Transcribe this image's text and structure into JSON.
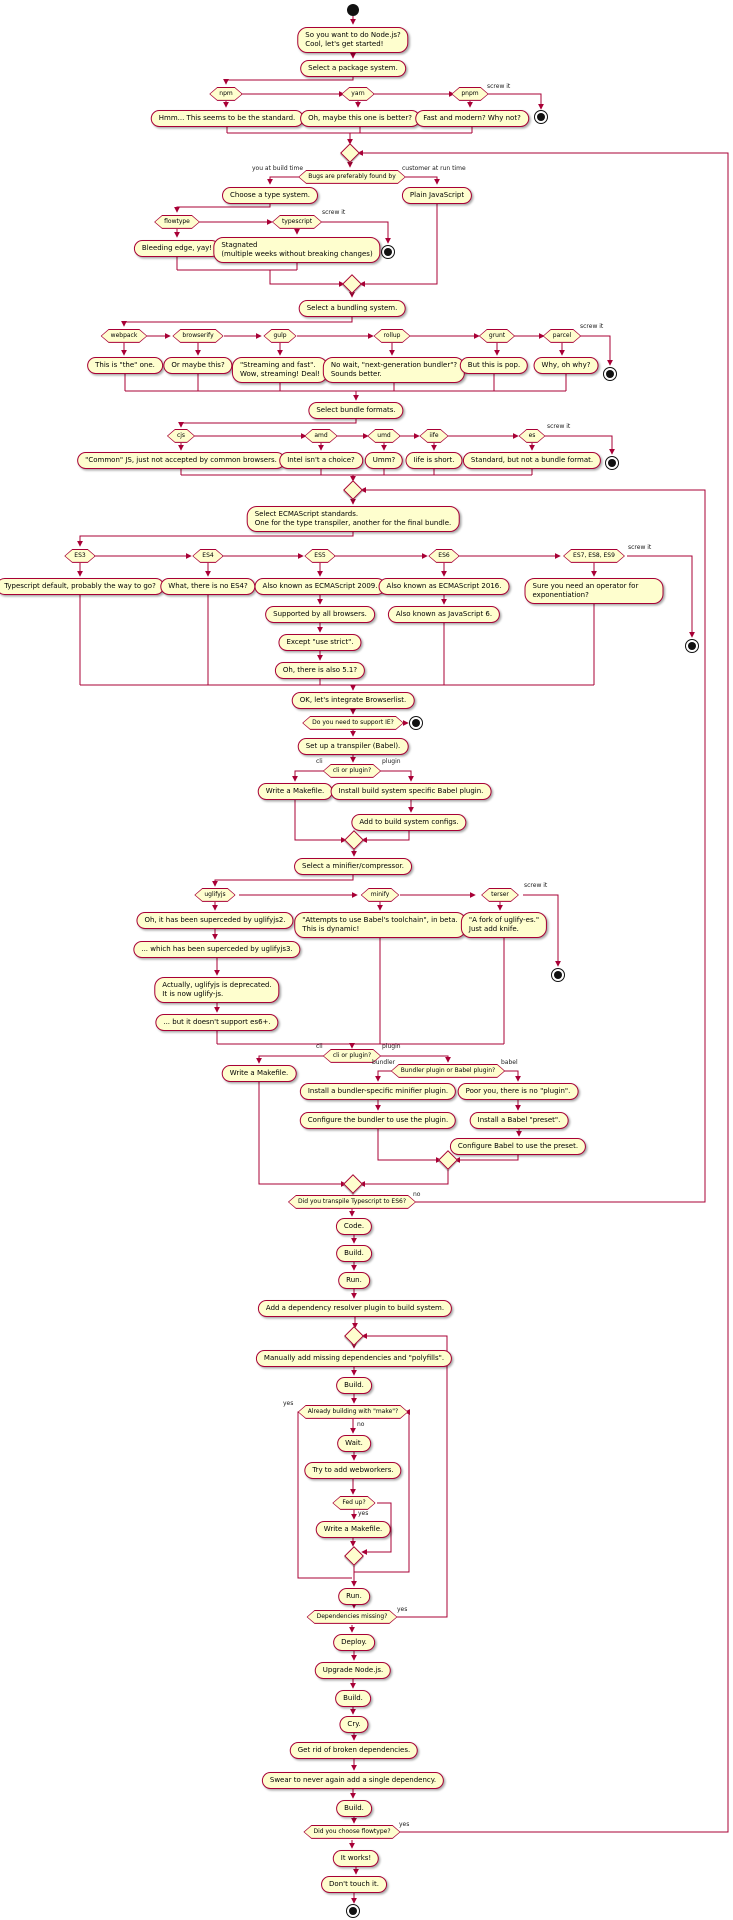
{
  "colors": {
    "node_fill": "#FEFECE",
    "node_border": "#A80036",
    "arrow": "#A80036",
    "text": "#000000"
  },
  "labels": {
    "intro": "So you want to do Node.js?\nCool, let's get started!",
    "select_pkg": "Select a package system.",
    "npm_note": "Hmm... This seems to be the standard.",
    "yarn_note": "Oh, maybe this one is better?",
    "pnpm_note": "Fast and modern? Why not?",
    "choose_type": "Choose a type system.",
    "plain_js": "Plain JavaScript",
    "flow_note": "Bleeding edge, yay!",
    "ts_note": "Stagnated\n(multiple weeks without breaking changes)",
    "select_bundler": "Select a bundling system.",
    "webpack_note": "This is \"the\" one.",
    "browserify_note": "Or maybe this?",
    "gulp_note": "\"Streaming and fast\".\nWow, streaming! Deal!",
    "rollup_note": "No wait, \"next-generation bundler\"?\nSounds better.",
    "grunt_note": "But this is pop.",
    "parcel_note": "Why, oh why?",
    "select_formats": "Select bundle formats.",
    "cjs_note": "\"Common\" JS, just not accepted by common browsers.",
    "amd_note": "Intel isn't a choice?",
    "umd_note": "Umm?",
    "iife_note": "Iife is short.",
    "es_note": "Standard, but not a bundle format.",
    "select_es": "Select ECMAScript standards.\nOne for the type transpiler, another for the final bundle.",
    "es3_note": "Typescript default, probably the way to go?",
    "es4_note": "What, there is no ES4?",
    "es5_note": "Also known as ECMAScript 2009.",
    "es5_note2": "Supported by all browsers.",
    "es5_note3": "Except \"use strict\".",
    "es5_note4": "Oh, there is also 5.1?",
    "es6_note": "Also known as ECMAScript 2016.",
    "es6_note2": "Also known as JavaScript 6.",
    "es789_note": "Sure you need an operator for exponentiation?",
    "browserlist": "OK, let's integrate Browserlist.",
    "babel_setup": "Set up a transpiler (Babel).",
    "write_makefile": "Write a Makefile.",
    "babel_plugin": "Install build system specific Babel plugin.",
    "build_configs": "Add to build system configs.",
    "select_minifier": "Select a minifier/compressor.",
    "uglifyjs_note": "Oh, it has been superceded by uglifyjs2.",
    "uglifyjs_note2": "... which has been superceded by uglifyjs3.",
    "uglifyjs_note3": "Actually, uglifyjs is deprecated.\nIt is now uglify-js.",
    "uglifyjs_note4": "... but it doesn't support es6+.",
    "minify_note": "\"Attempts to use Babel's toolchain\", in beta.\nThis is dynamic!",
    "terser_note": "\"A fork of uglify-es.\"\nJust add knife.",
    "bundler_minifier": "Install a bundler-specific minifier plugin.",
    "bundler_configure": "Configure the bundler to use the plugin.",
    "poor_you": "Poor you, there is no \"plugin\".",
    "babel_preset": "Install a Babel \"preset\".",
    "babel_configure": "Configure Babel to use the preset.",
    "code": "Code.",
    "build": "Build.",
    "run": "Run.",
    "dep_resolver": "Add a dependency resolver plugin to build system.",
    "manual_deps": "Manually add missing dependencies and \"polyfills\".",
    "wait": "Wait.",
    "webworkers": "Try to add webworkers.",
    "deploy": "Deploy.",
    "upgrade_node": "Upgrade Node.js.",
    "cry": "Cry.",
    "broken_deps": "Get rid of broken dependencies.",
    "swear": "Swear to never again add a single dependency.",
    "it_works": "It works!",
    "dont_touch": "Don't touch it."
  },
  "decisions": {
    "npm": "npm",
    "yarn": "yarn",
    "pnpm": "pnpm",
    "bugs": "Bugs are preferably found by",
    "flowtype": "flowtype",
    "typescript": "typescript",
    "webpack": "webpack",
    "browserify": "browserify",
    "gulp": "gulp",
    "rollup": "rollup",
    "grunt": "grunt",
    "parcel": "parcel",
    "cjs": "cjs",
    "amd": "amd",
    "umd": "umd",
    "iife": "iife",
    "es": "es",
    "es3": "ES3",
    "es4": "ES4",
    "es5": "ES5",
    "es6": "ES6",
    "es789": "ES7, ES8, ES9",
    "ie": "Do you need to support IE?",
    "cli_or_plugin": "cli or plugin?",
    "uglifyjs": "uglifyjs",
    "minify": "minify",
    "terser": "terser",
    "bundler_babel": "Bundler plugin or Babel plugin?",
    "transpile_ts": "Did you transpile Typescript to ES6?",
    "already_make": "Already building with \"make\"?",
    "fed_up": "Fed up?",
    "deps_missing": "Dependencies missing?",
    "chose_flow": "Did you choose flowtype?"
  },
  "edge_labels": {
    "screw_it": "screw it",
    "you_build": "you at build time",
    "customer_run": "customer at run time",
    "cli": "cli",
    "plugin": "plugin",
    "bundler": "bundler",
    "babel": "babel",
    "yes": "yes",
    "no": "no"
  }
}
